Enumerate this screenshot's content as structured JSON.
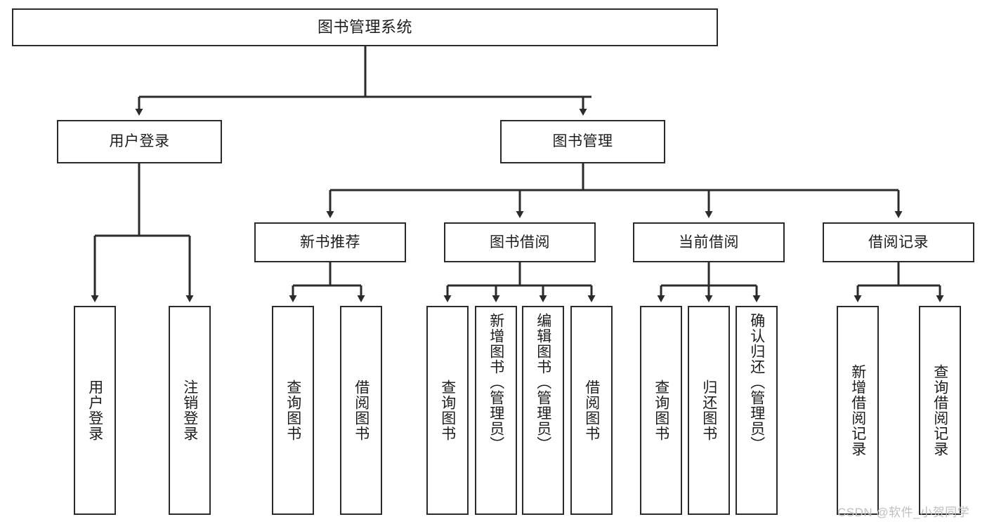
{
  "diagram": {
    "root": {
      "label": "图书管理系统"
    },
    "level2": [
      {
        "label": "用户登录"
      },
      {
        "label": "图书管理"
      }
    ],
    "level3": [
      {
        "label": "新书推荐"
      },
      {
        "label": "图书借阅"
      },
      {
        "label": "当前借阅"
      },
      {
        "label": "借阅记录"
      }
    ],
    "leaves": [
      {
        "label": "用户登录"
      },
      {
        "label": "注销登录"
      },
      {
        "label": "查询图书"
      },
      {
        "label": "借阅图书"
      },
      {
        "label": "查询图书"
      },
      {
        "label": "新增图书（管理员）"
      },
      {
        "label": "编辑图书（管理员）"
      },
      {
        "label": "借阅图书"
      },
      {
        "label": "查询图书"
      },
      {
        "label": "归还图书"
      },
      {
        "label": "确认归还（管理员）"
      },
      {
        "label": "新增借阅记录"
      },
      {
        "label": "查询借阅记录"
      }
    ]
  },
  "watermark": {
    "text": "CSDN @软件_小贺同学"
  },
  "colors": {
    "stroke": "#2b2b2b",
    "background": "#ffffff",
    "text": "#1d1d1d",
    "watermark": "#bfbfbf"
  }
}
